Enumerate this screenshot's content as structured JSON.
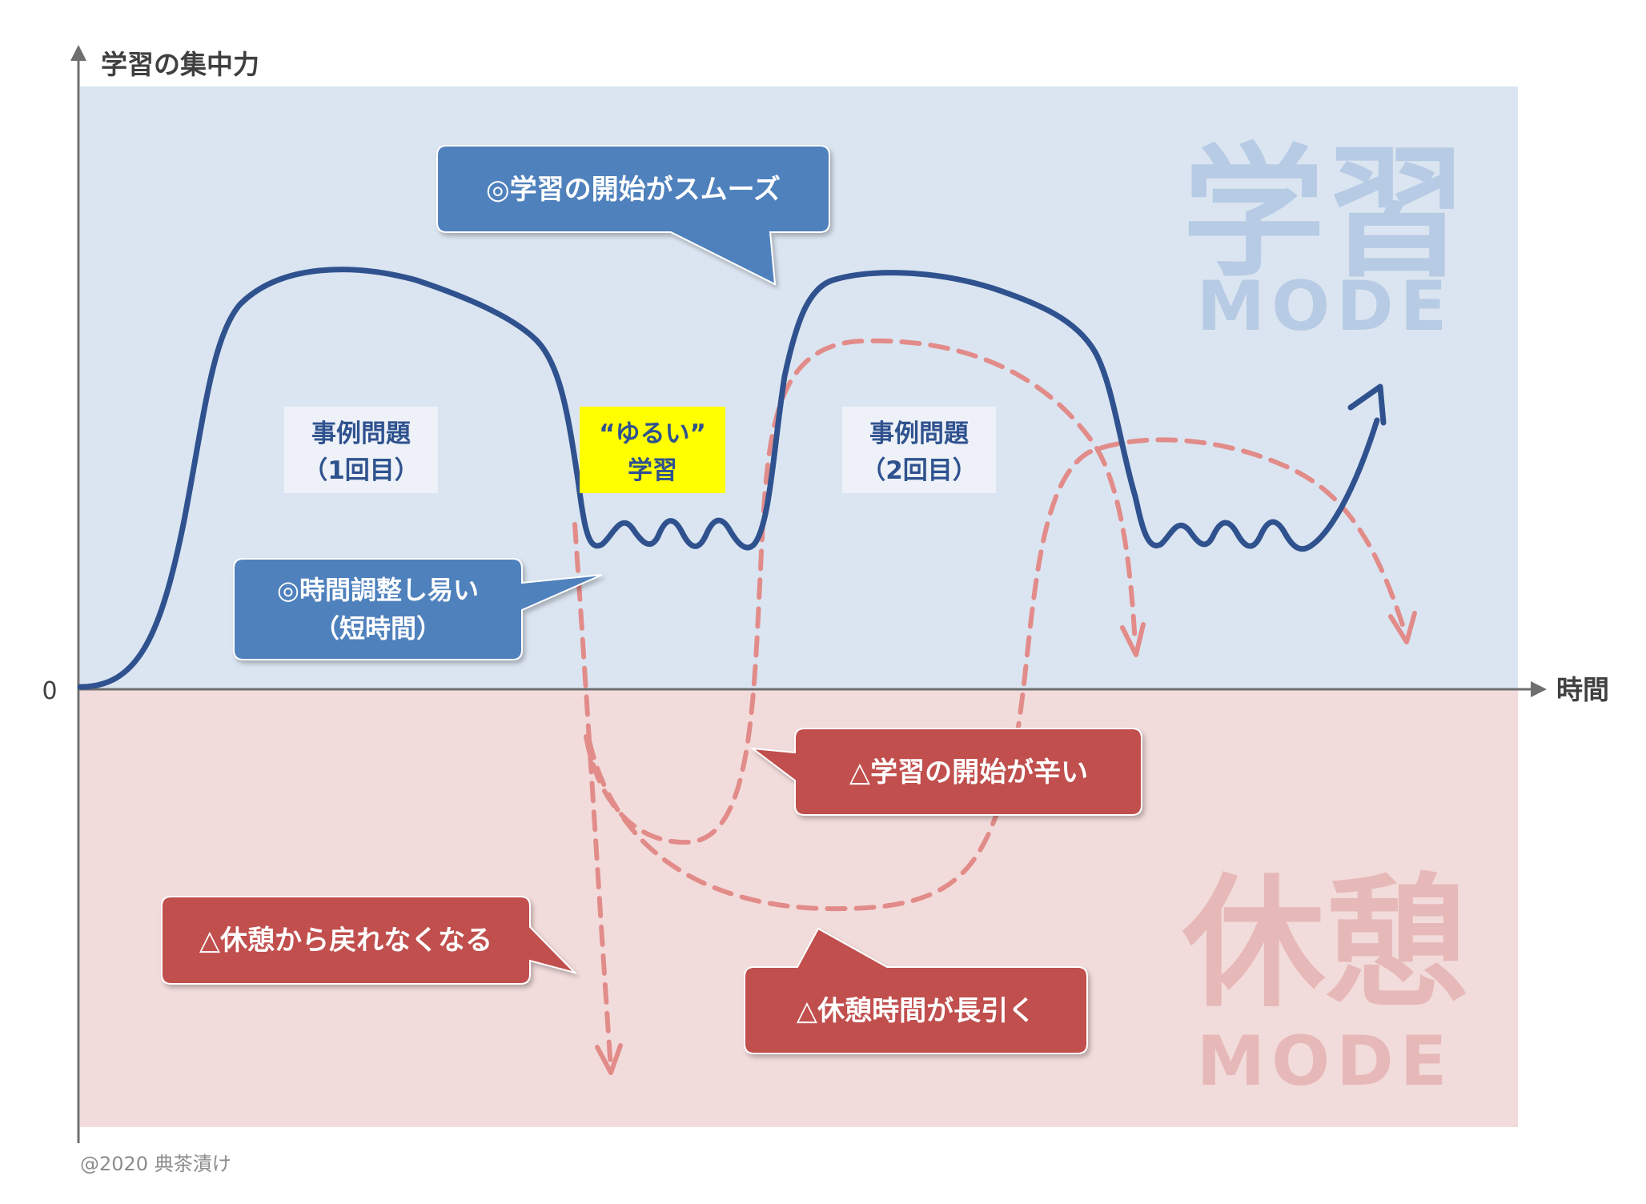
{
  "axes": {
    "y_label": "学習の集中力",
    "x_label": "時間",
    "origin_label": "0"
  },
  "zones": {
    "study": {
      "title": "学習",
      "subtitle": "MODE",
      "color": "#dbe5f1",
      "watermark_color": "#b7cbe4"
    },
    "rest": {
      "title": "休憩",
      "subtitle": "MODE",
      "color": "#f2dcdb",
      "watermark_color": "#e6b9b8"
    }
  },
  "segments": {
    "first": {
      "line1": "事例問題",
      "line2": "（1回目）"
    },
    "loose": {
      "line1": "“ゆるい”",
      "line2": "学習",
      "highlight": "#ffff00"
    },
    "second": {
      "line1": "事例問題",
      "line2": "（2回目）"
    }
  },
  "callouts": {
    "smooth_start": {
      "text": "◎学習の開始がスムーズ"
    },
    "adjust_time": {
      "line1": "◎時間調整し易い",
      "line2": "（短時間）"
    },
    "hard_start": {
      "text": "△学習の開始が辛い"
    },
    "cant_return": {
      "text": "△休憩から戻れなくなる"
    },
    "long_break": {
      "text": "△休憩時間が長引く"
    }
  },
  "colors": {
    "blue_line": "#2f528f",
    "blue_callout": "#4f81bd",
    "red_dash": "#e28c8a",
    "red_callout": "#c0504d",
    "axis": "#6f6f6f"
  },
  "footer": {
    "copyright": "@2020 典茶漬け"
  }
}
